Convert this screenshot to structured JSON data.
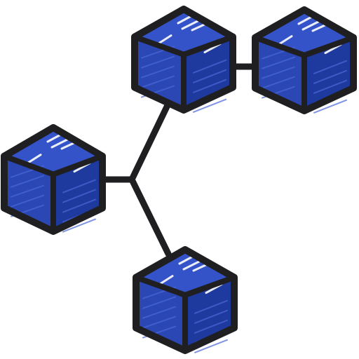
{
  "icon": {
    "name": "blockchain-network-icon",
    "colors": {
      "outline": "#1f1f22",
      "cube_top": "#3553c9",
      "cube_left": "#2b47b4",
      "cube_right": "#1f3a9e",
      "highlight": "#ffffff",
      "background": "#ffffff"
    },
    "cubes": [
      {
        "id": "top-left"
      },
      {
        "id": "top-right"
      },
      {
        "id": "left"
      },
      {
        "id": "bottom"
      }
    ]
  }
}
